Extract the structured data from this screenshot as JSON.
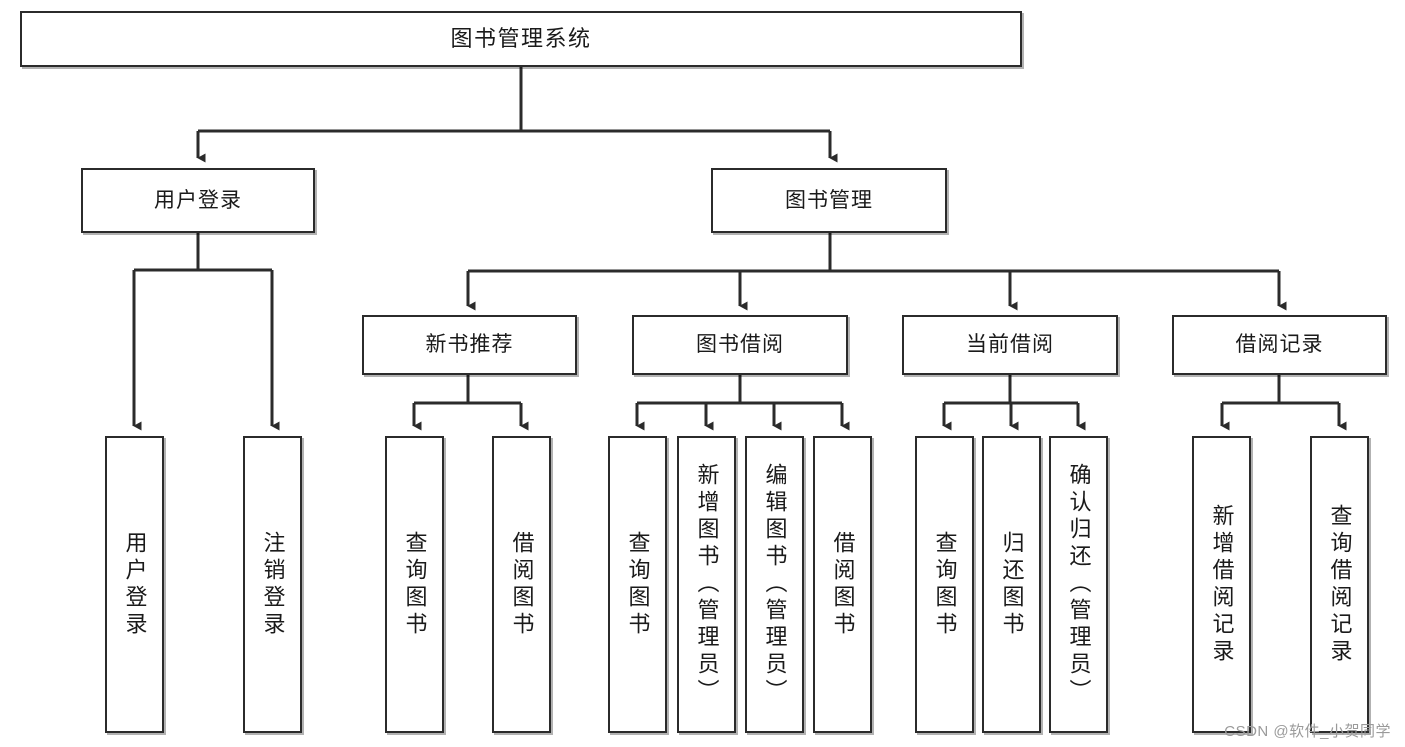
{
  "diagram": {
    "title": "图书管理系统",
    "type": "tree",
    "orientation": "top-down",
    "colors": {
      "box_border": "#2b2b2b",
      "box_fill": "#ffffff",
      "edge": "#2b2b2b",
      "text": "#1a1a1a",
      "watermark": "#9a9a9a",
      "background": "#ffffff"
    },
    "watermark": "CSDN @软件_小贺同学"
  },
  "nodes": {
    "root": {
      "label": "图书管理系统",
      "level": 0
    },
    "level1": [
      {
        "id": "user-login",
        "label": "用户登录"
      },
      {
        "id": "book-management",
        "label": "图书管理"
      }
    ],
    "level2": [
      {
        "id": "new-book-recommend",
        "label": "新书推荐",
        "parent": "book-management"
      },
      {
        "id": "book-borrow",
        "label": "图书借阅",
        "parent": "book-management"
      },
      {
        "id": "current-borrow",
        "label": "当前借阅",
        "parent": "book-management"
      },
      {
        "id": "borrow-record",
        "label": "借阅记录",
        "parent": "book-management"
      }
    ],
    "leaves": {
      "user-login": [
        {
          "id": "leaf-user-login",
          "label": "用户登录"
        },
        {
          "id": "leaf-logout-login",
          "label": "注销登录"
        }
      ],
      "new-book-recommend": [
        {
          "id": "leaf-query-book-1",
          "label": "查询图书"
        },
        {
          "id": "leaf-borrow-book-1",
          "label": "借阅图书"
        }
      ],
      "book-borrow": [
        {
          "id": "leaf-query-book-2",
          "label": "查询图书"
        },
        {
          "id": "leaf-add-book",
          "label": "新增图书（管理员）"
        },
        {
          "id": "leaf-edit-book",
          "label": "编辑图书（管理员）"
        },
        {
          "id": "leaf-borrow-book-2",
          "label": "借阅图书"
        }
      ],
      "current-borrow": [
        {
          "id": "leaf-query-book-3",
          "label": "查询图书"
        },
        {
          "id": "leaf-return-book",
          "label": "归还图书"
        },
        {
          "id": "leaf-confirm-return",
          "label": "确认归还（管理员）"
        }
      ],
      "borrow-record": [
        {
          "id": "leaf-add-record",
          "label": "新增借阅记录"
        },
        {
          "id": "leaf-query-record",
          "label": "查询借阅记录"
        }
      ]
    }
  }
}
